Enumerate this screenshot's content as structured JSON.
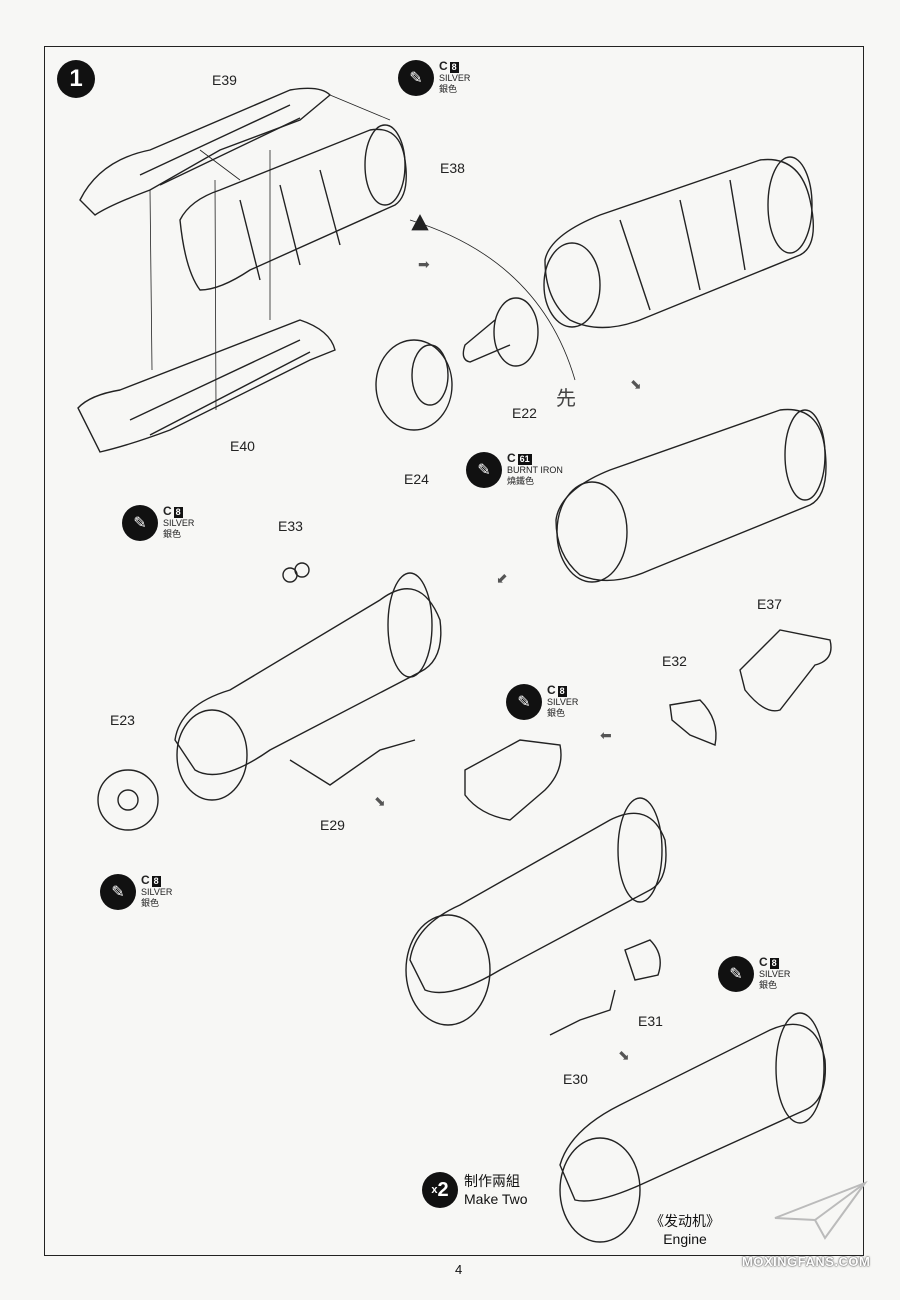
{
  "step": {
    "number": "1"
  },
  "parts": {
    "E39": "E39",
    "E38": "E38",
    "E40": "E40",
    "E22": "E22",
    "E24": "E24",
    "E33": "E33",
    "E23": "E23",
    "E29": "E29",
    "E37": "E37",
    "E32": "E32",
    "E31": "E31",
    "E30": "E30"
  },
  "paint": {
    "silver": {
      "code": "C",
      "number": "8",
      "name": "SILVER",
      "chinese": "銀色"
    },
    "burnt_iron": {
      "code": "C",
      "number": "61",
      "name": "BURNT IRON",
      "chinese": "燒鐵色"
    },
    "silver_short": {
      "code": "C",
      "number": "8",
      "chinese": "銀色"
    }
  },
  "handwritten_note": "先",
  "make_two": {
    "multiplier": "x",
    "count": "2",
    "chinese": "制作兩組",
    "english": "Make Two"
  },
  "caption": {
    "chinese": "《发动机》",
    "english": "Engine"
  },
  "page_number": "4",
  "watermark": "MOXINGFANS.COM",
  "colors": {
    "ink": "#111111",
    "paper": "#f7f7f5"
  }
}
